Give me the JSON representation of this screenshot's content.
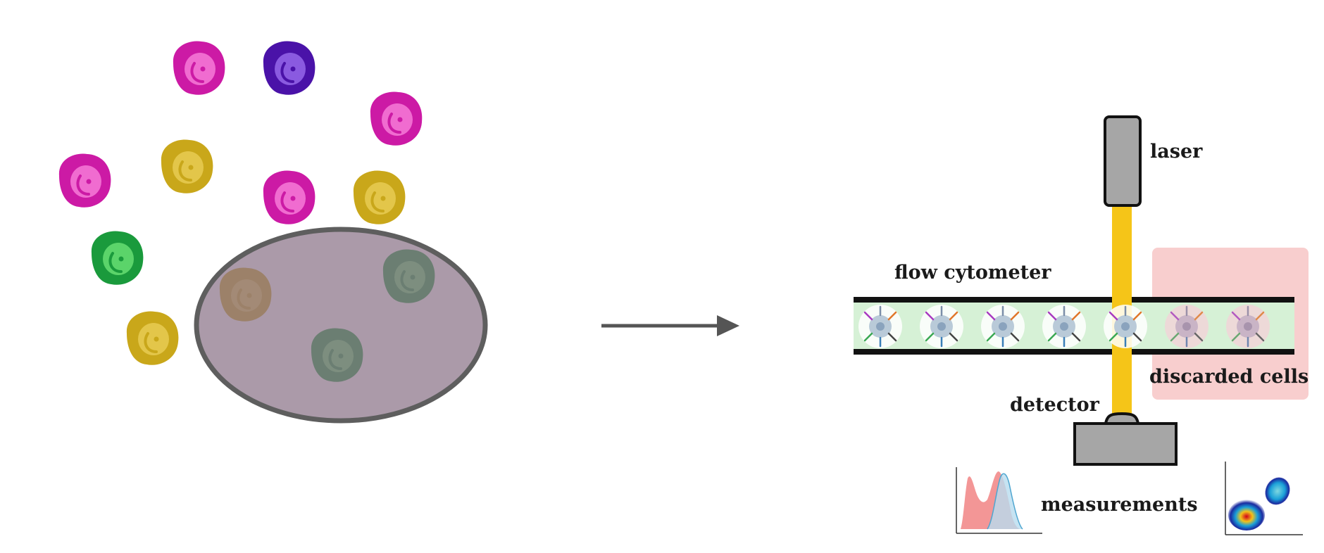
{
  "labels": {
    "laser": "laser",
    "flow_cytometer": "flow cytometer",
    "discarded_cells": "discarded cells",
    "detector": "detector",
    "measurements": "measurements"
  },
  "colors": {
    "magenta": "#cc1aa5",
    "magenta_light": "#f06cd0",
    "purple": "#4a12a8",
    "purple_light": "#8a5ae0",
    "yellow": "#d4b020",
    "yellow_light": "#e9cc4e",
    "green": "#1a9a3c",
    "green_light": "#5bd46a",
    "ellipse_fill": "#a999a6",
    "ellipse_stroke": "#5e5e5e",
    "laser_beam": "#f5c518",
    "device_gray": "#a6a6a6",
    "channel_fill": "#d6f1d6",
    "discard_zone": "#f7c6c6",
    "hist_red": "#f28b8b",
    "hist_blue": "#b8dcef"
  }
}
